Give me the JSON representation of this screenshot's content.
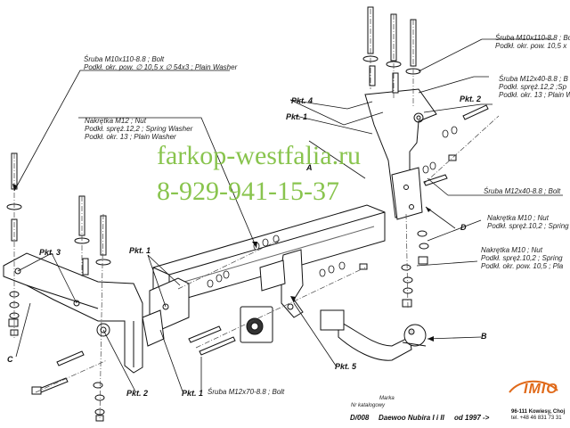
{
  "watermark": {
    "site": "farkop-westfalia.ru",
    "phone": "8-929-941-15-37"
  },
  "annotations": {
    "bolt_m10x110_left": [
      "Śruba M10x110-8.8 ;  Bolt",
      "Podkł. okr. pow. ∅ 10,5 x ∅ 54x3 ; Plain Washer"
    ],
    "bolt_m10x110_right": [
      "Śruba M10x110-8.8 ;  Bo",
      "Podkł. okr. pow. 10,5 x"
    ],
    "bolt_m12x40_top": [
      "Śruba M12x40-8.8 ;  B",
      "Podkł. spręż.12,2 ;Sp",
      "Podkł. okr. 13 ; Plain W"
    ],
    "nut_m12": [
      "Nakrętka  M12 ; Nut",
      "Podkł. spręż.12,2 ; Spring Washer",
      "Podkł. okr. 13 ; Plain Washer"
    ],
    "bolt_m12x40_right": [
      "Śruba M12x40-8.8 ; Bolt"
    ],
    "nut_m10_a": [
      "Nakrętka  M10 ; Nut",
      "Podkł. spręż.10,2 ; Spring"
    ],
    "nut_m10_b": [
      "Nakrętka  M10 ; Nut",
      "Podkł. spręż.10,2 ; Spring",
      "Podkł. okr. pow. 10,5 ; Pla"
    ],
    "bolt_m12x70": [
      "Śruba M12x70-8.8 ;  Bolt"
    ]
  },
  "part_labels": {
    "pkt1_a": "Pkt. 1",
    "pkt1_b": "Pkt. 1",
    "pkt1_c": "Pkt. 1",
    "pkt2_a": "Pkt. 2",
    "pkt2_b": "Pkt. 2",
    "pkt3": "Pkt. 3",
    "pkt4": "Pkt. 4",
    "pkt5": "Pkt. 5"
  },
  "letters": {
    "a": "A",
    "b": "B",
    "c": "C",
    "d": "D"
  },
  "footer": {
    "catalog_label": "Nr katalogowy",
    "catalog_number": "D/008",
    "brand_label": "Marka",
    "model": "Daewoo Nubira I i II",
    "year": "od  1997 ->",
    "logo": "IMIO",
    "address_line1": "96-111 Kowiesy, Choj",
    "address_line2": "tel. +48 46 831 73 31"
  }
}
